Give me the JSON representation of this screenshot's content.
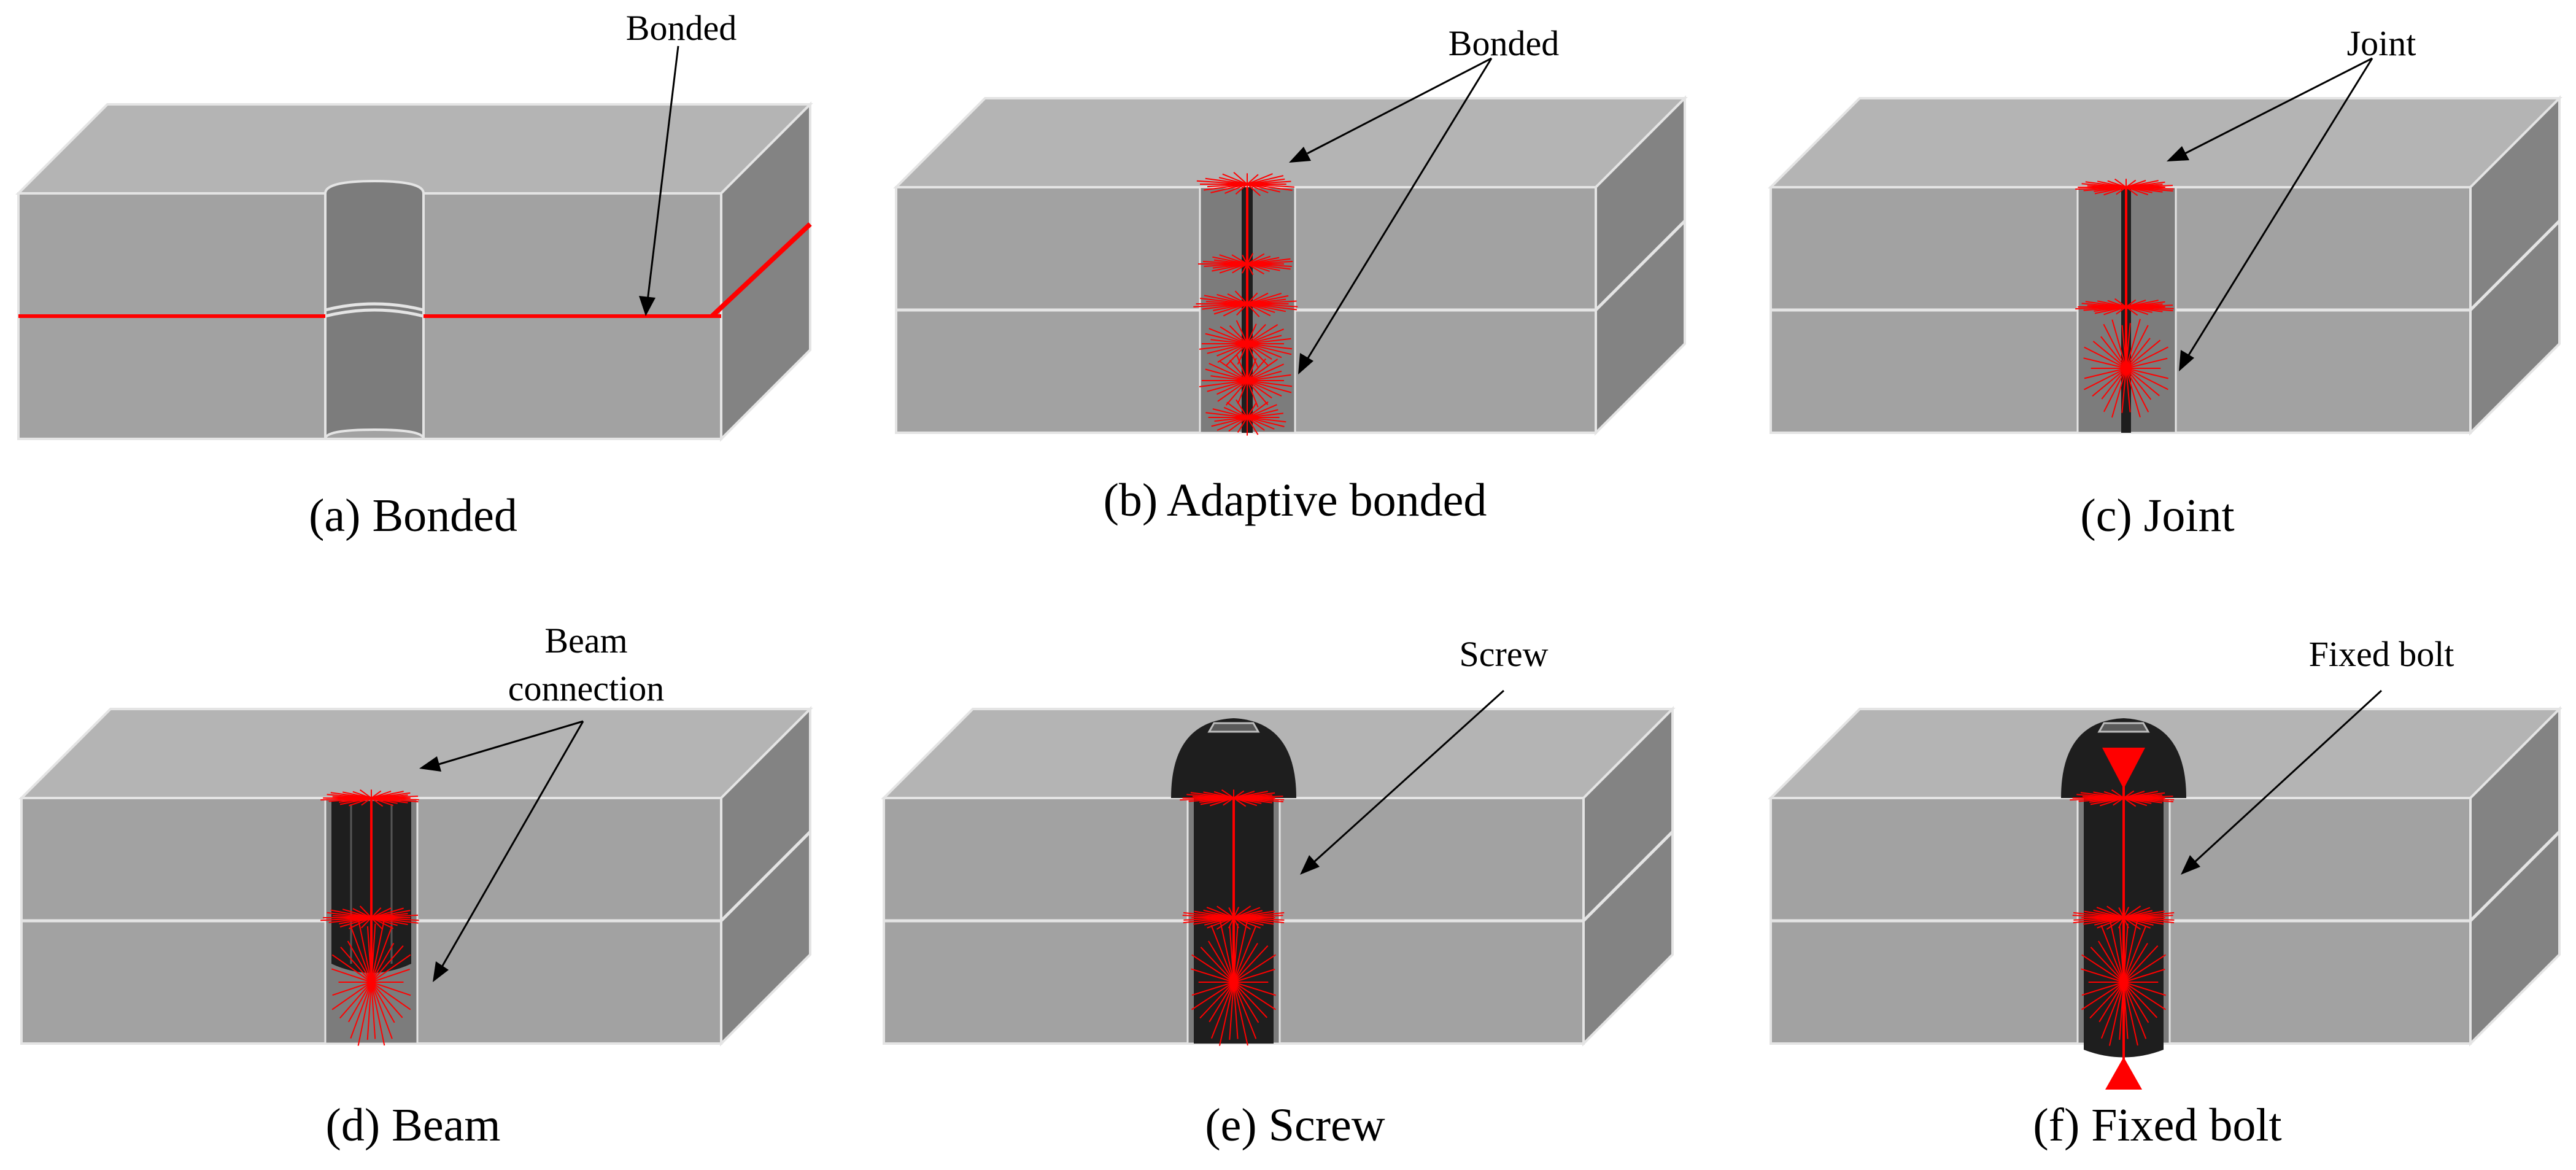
{
  "panels": [
    {
      "id": "a",
      "caption": "(a) Bonded",
      "callout": [
        "Bonded"
      ],
      "connection": "bonded-edge"
    },
    {
      "id": "b",
      "caption": "(b) Adaptive bonded",
      "callout": [
        "Bonded"
      ],
      "connection": "adaptive-bonded"
    },
    {
      "id": "c",
      "caption": "(c) Joint",
      "callout": [
        "Joint"
      ],
      "connection": "joint"
    },
    {
      "id": "d",
      "caption": "(d) Beam",
      "callout": [
        "Beam",
        "connection"
      ],
      "connection": "beam"
    },
    {
      "id": "e",
      "caption": "(e) Screw",
      "callout": [
        "Screw"
      ],
      "connection": "screw"
    },
    {
      "id": "f",
      "caption": "(f) Fixed bolt",
      "callout": [
        "Fixed bolt"
      ],
      "connection": "fixed-bolt"
    }
  ],
  "colors": {
    "block_top": "#b4b4b4",
    "block_front": "#a2a2a2",
    "block_side": "#838383",
    "edge": "#e4e4e4",
    "hole": "#7c7c7c",
    "connector": "#1e1e1e",
    "spider": "#ff0000",
    "bond_line": "#ff0000"
  }
}
